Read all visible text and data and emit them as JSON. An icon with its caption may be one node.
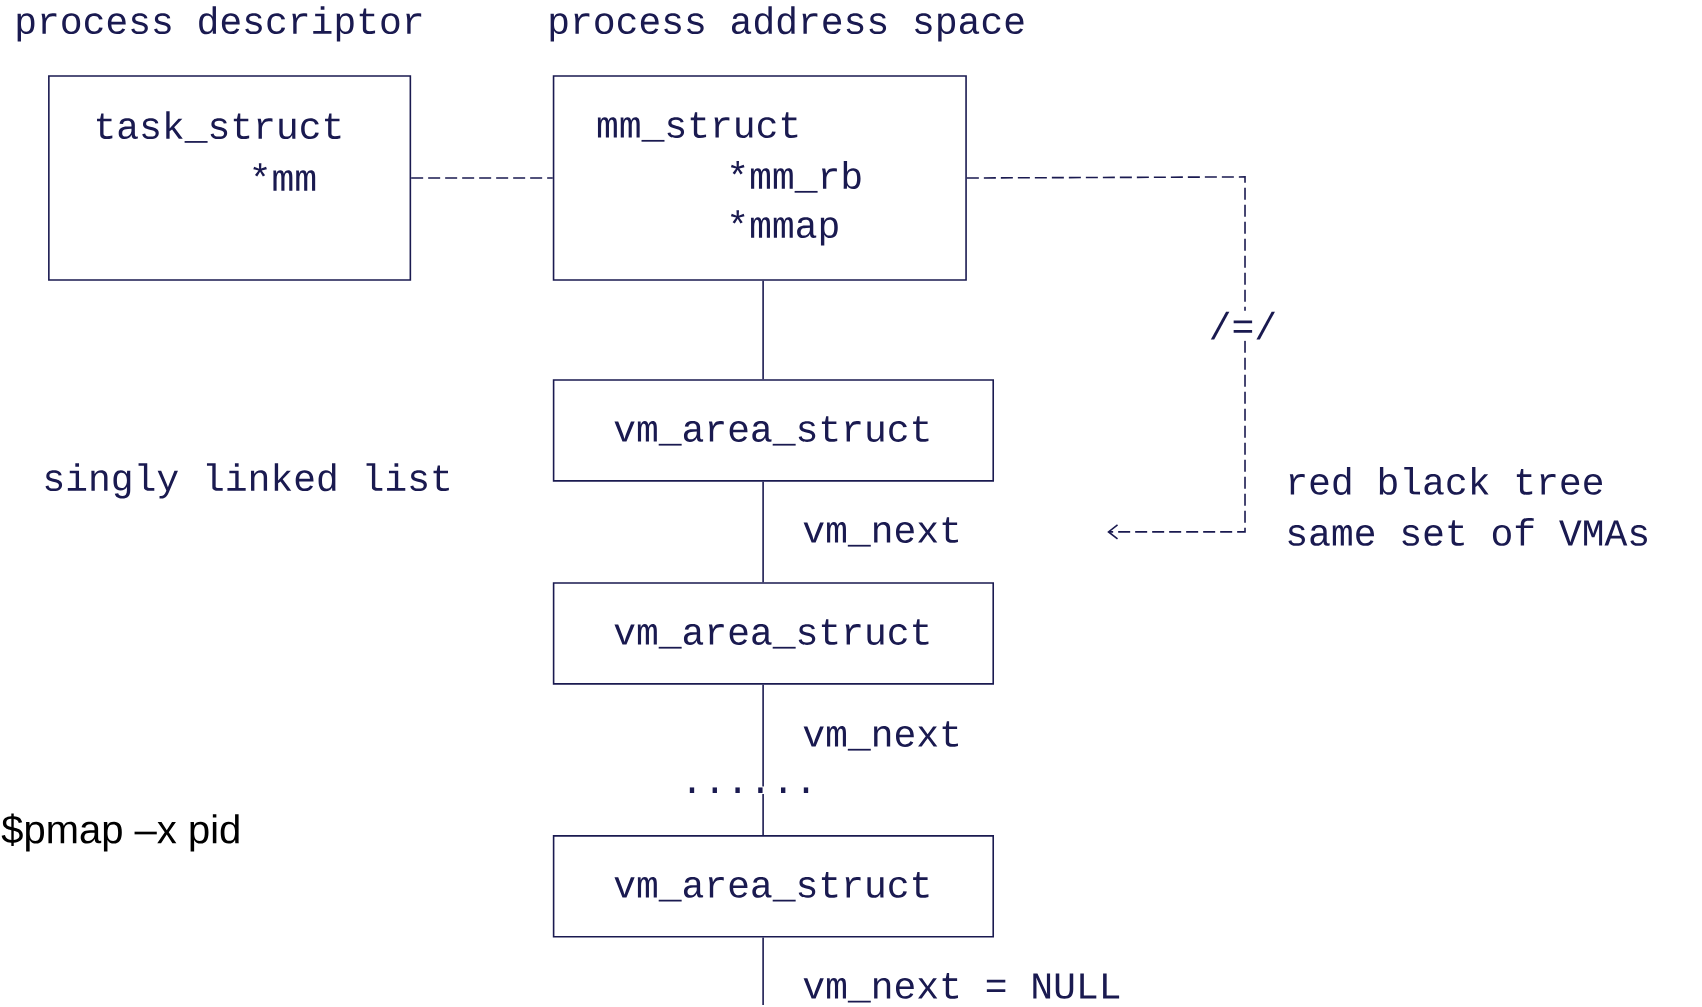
{
  "diagram": {
    "nodes": [
      {
        "text": [
          "process descriptor",
          "task_struct",
          "*mm"
        ]
      },
      {
        "text": [
          "process address space",
          "mm_struct",
          "*mm_rb",
          "*mmap"
        ]
      },
      {
        "text": [
          "vm_area_struct"
        ]
      },
      {
        "text": [
          "vm_area_struct"
        ]
      },
      {
        "text": [
          "vm_area_struct"
        ]
      }
    ],
    "edges": [
      {
        "from": 0,
        "to": 1,
        "arrow": "none",
        "style": "dashed"
      },
      {
        "from": 1,
        "to": 2,
        "arrow": "none"
      },
      {
        "from": 2,
        "to": 3,
        "arrow": "none",
        "label": "vm_next"
      },
      {
        "from": 3,
        "to": 4,
        "arrow": "none",
        "label": "vm_next"
      },
      {
        "from": 4,
        "to": null,
        "arrow": "none",
        "label": "vm_next = NULL"
      },
      {
        "from": 1,
        "to": null,
        "arrow": "to",
        "style": "dashed"
      }
    ],
    "labels": [
      "/=/",
      "singly linked list",
      "red black tree",
      "same set of VMAs",
      "......",
      "$pmap –x pid"
    ]
  }
}
